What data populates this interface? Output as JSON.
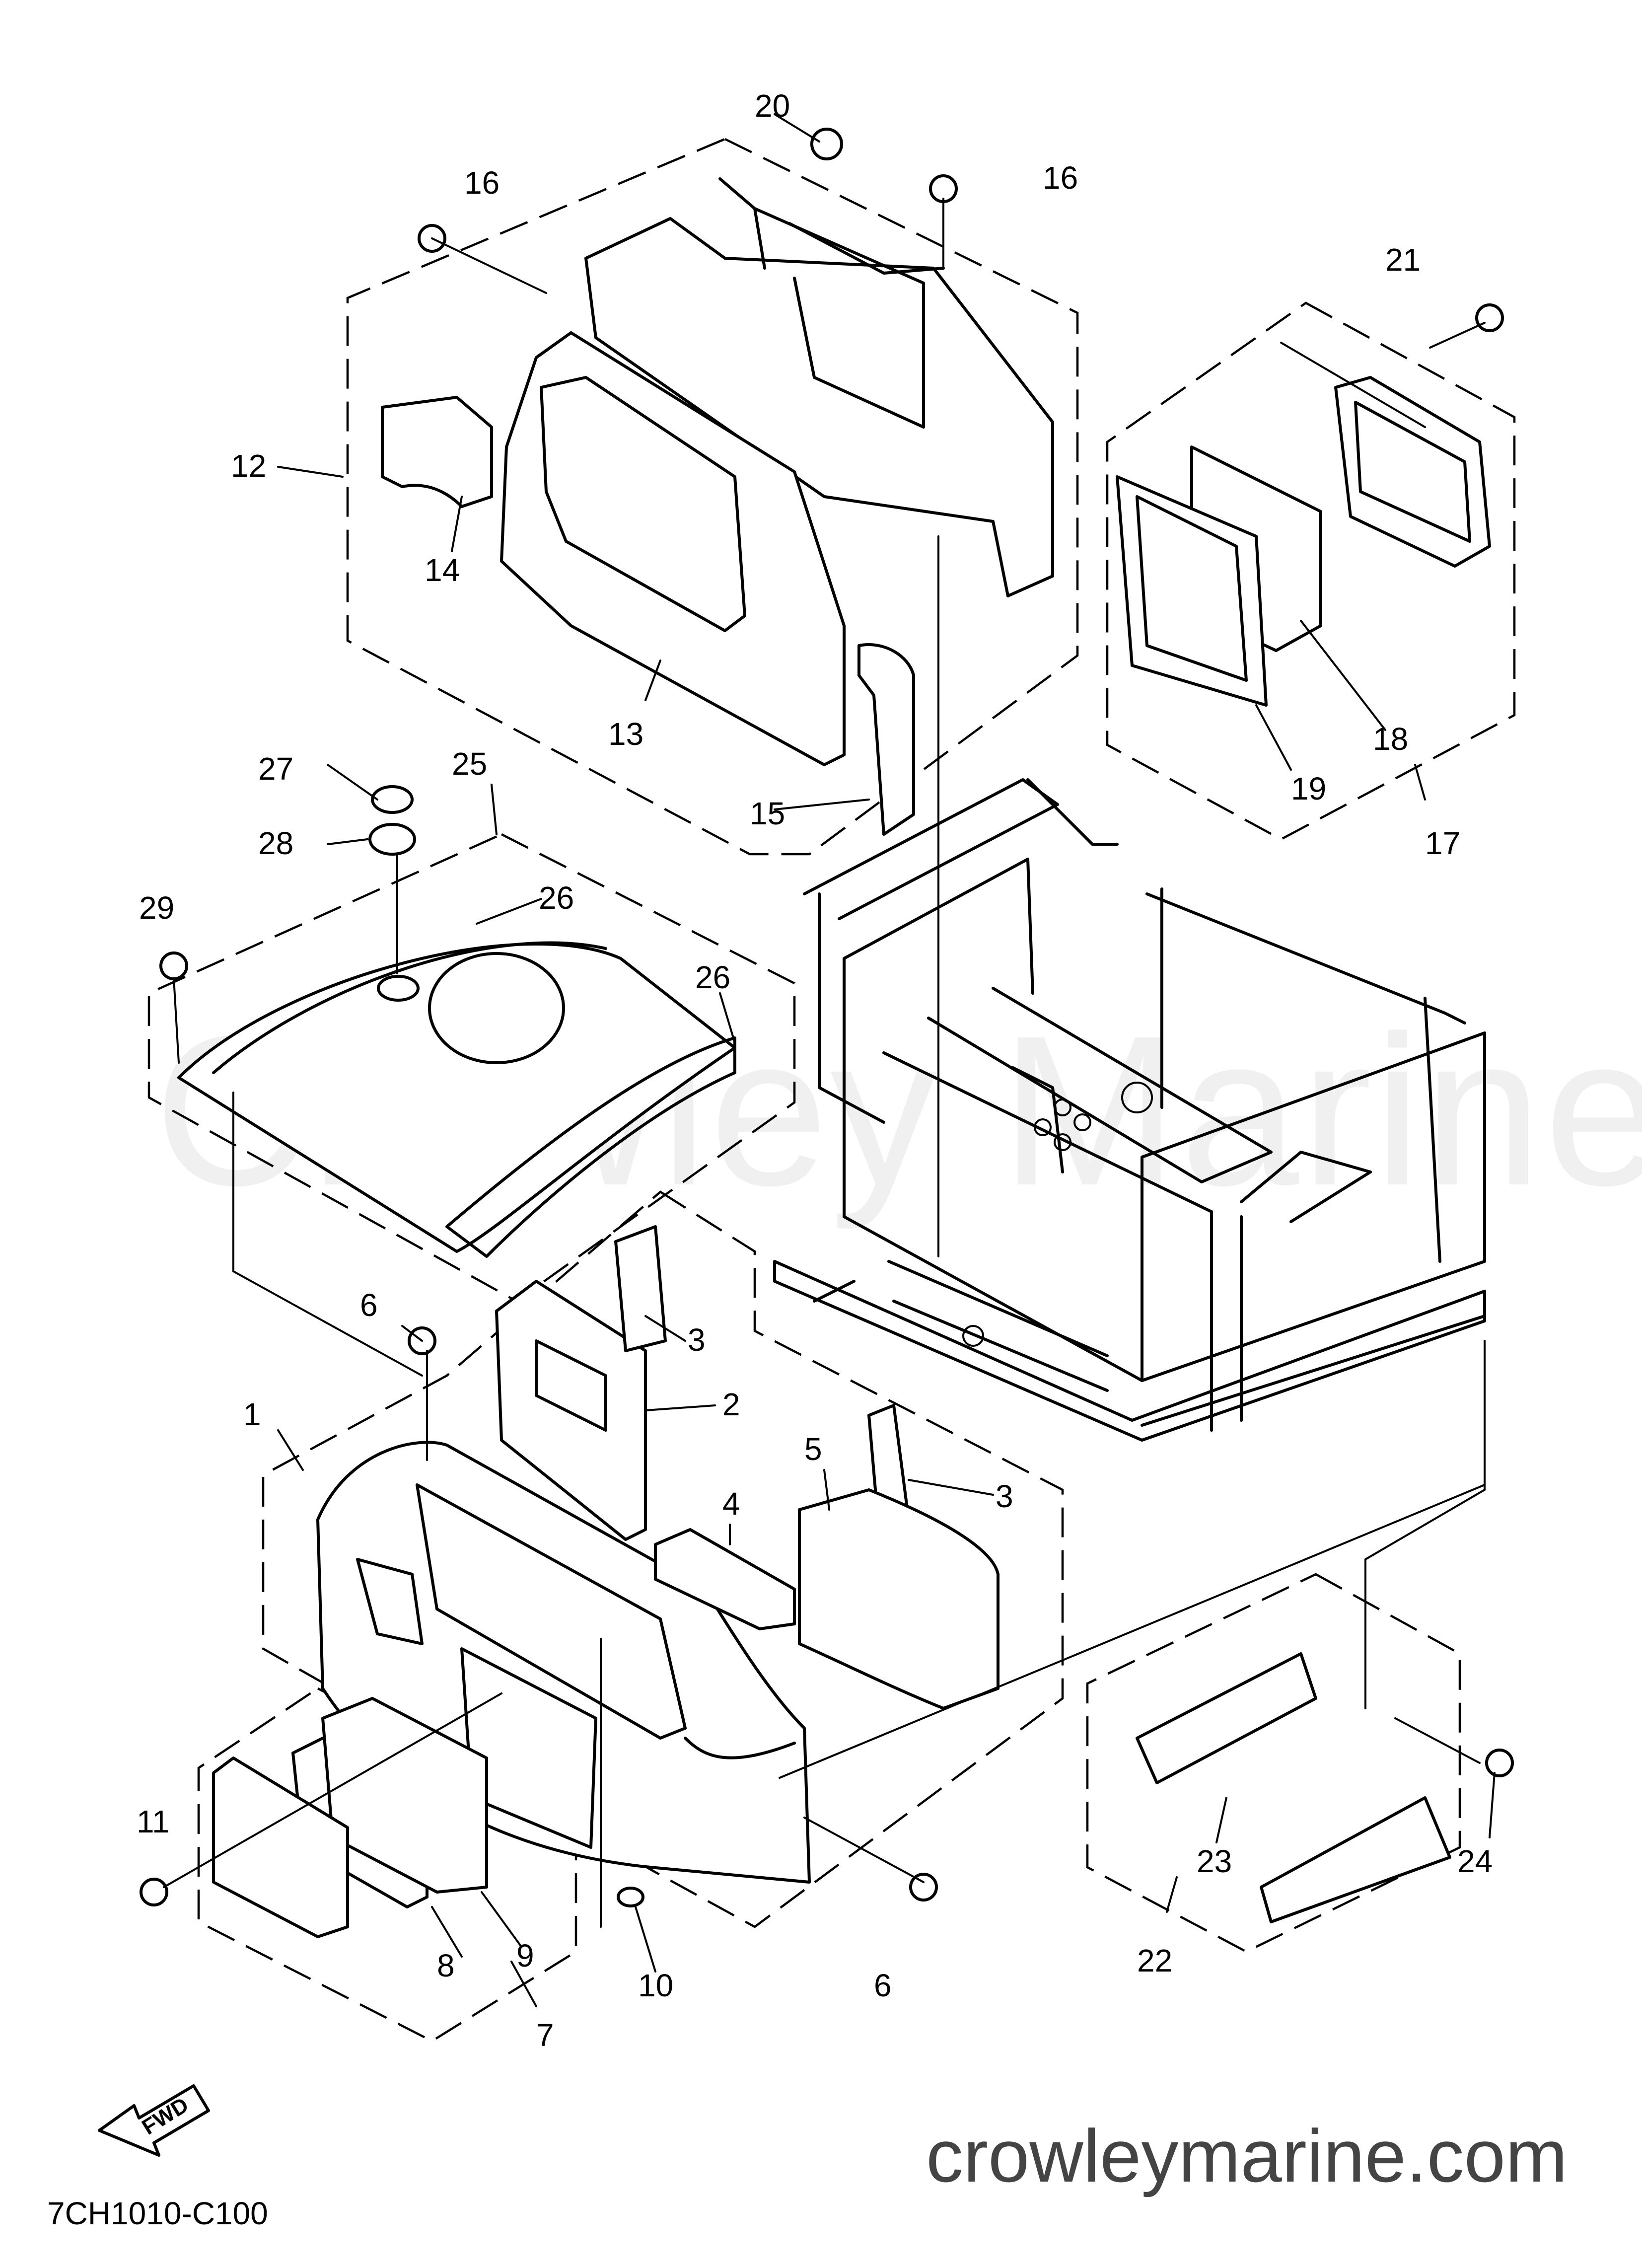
{
  "watermark": "Crowley Marine",
  "website": "crowleymarine.com",
  "diagram_code": "7CH1010-C100",
  "fwd_label": "FWD",
  "callouts": [
    "1",
    "2",
    "3",
    "3",
    "4",
    "5",
    "6",
    "6",
    "7",
    "8",
    "9",
    "10",
    "11",
    "12",
    "13",
    "14",
    "15",
    "16",
    "16",
    "17",
    "18",
    "19",
    "20",
    "21",
    "22",
    "23",
    "24",
    "25",
    "26",
    "26",
    "27",
    "28",
    "29"
  ]
}
